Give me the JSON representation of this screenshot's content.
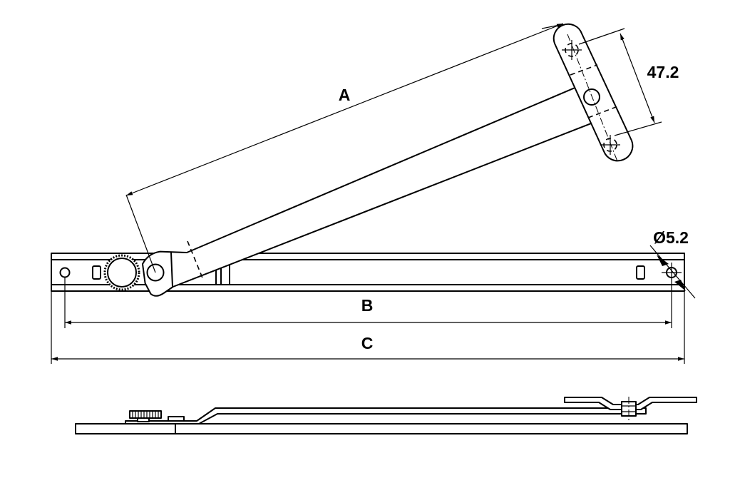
{
  "labels": {
    "arm_length": "A",
    "hole_spacing": "47.2",
    "hole_distance": "B",
    "overall_length": "C",
    "hole_diameter": "Ø5.2"
  }
}
